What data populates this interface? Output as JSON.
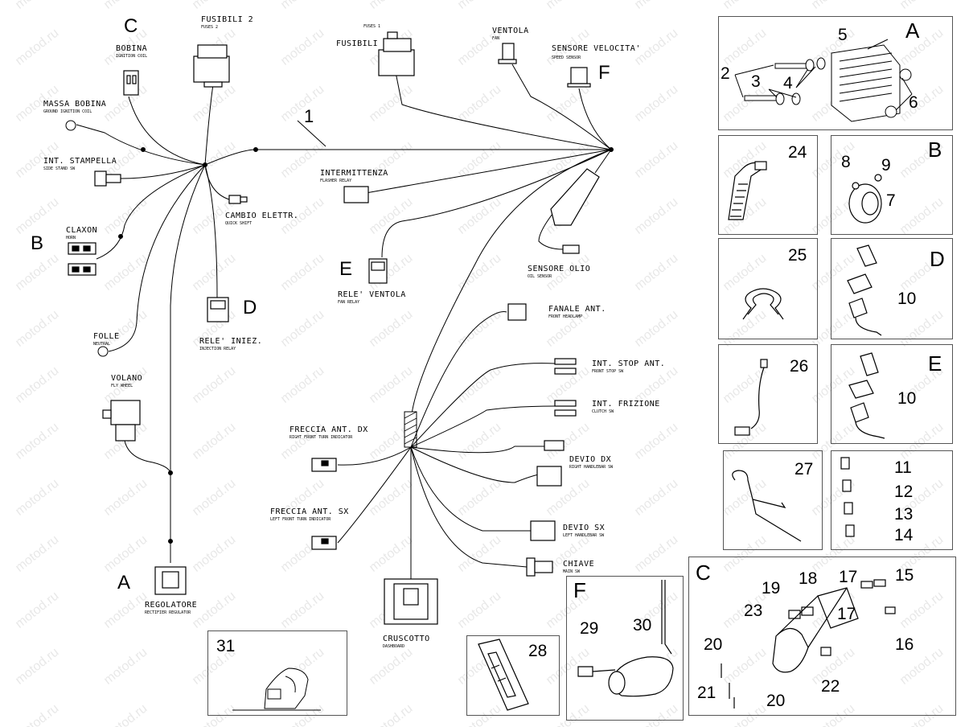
{
  "watermark": "motod.ru",
  "harness_number": "1",
  "labels": {
    "bobina": {
      "title": "BOBINA",
      "sub": "IGNITION COIL"
    },
    "fusibili2": {
      "title": "FUSIBILI 2",
      "sub": "FUSES 2"
    },
    "fusibili": {
      "title": "FUSIBILI",
      "sub": "FUSES 1"
    },
    "ventola": {
      "title": "VENTOLA",
      "sub": "FAN"
    },
    "sensore_velocita": {
      "title": "SENSORE VELOCITA'",
      "sub": "SPEED SENSOR"
    },
    "massa_bobina": {
      "title": "MASSA BOBINA",
      "sub": "GROUND IGNITION COIL"
    },
    "int_stampella": {
      "title": "INT. STAMPELLA",
      "sub": "SIDE STAND SW"
    },
    "intermittenza": {
      "title": "INTERMITTENZA",
      "sub": "FLASHER RELAY"
    },
    "cambio_elettr": {
      "title": "CAMBIO ELETTR.",
      "sub": "QUICK SHIFT"
    },
    "claxon": {
      "title": "CLAXON",
      "sub": "HORN"
    },
    "rele_ventola": {
      "title": "RELE' VENTOLA",
      "sub": "FAN RELAY"
    },
    "sensore_olio": {
      "title": "SENSORE OLIO",
      "sub": "OIL SENSOR"
    },
    "rele_iniez": {
      "title": "RELE' INIEZ.",
      "sub": "INJECTION RELAY"
    },
    "fanale_ant": {
      "title": "FANALE ANT.",
      "sub": "FRONT HEADLAMP"
    },
    "folle": {
      "title": "FOLLE",
      "sub": "NEUTRAL"
    },
    "int_stop_ant": {
      "title": "INT. STOP ANT.",
      "sub": "FRONT STOP SW"
    },
    "volano": {
      "title": "VOLANO",
      "sub": "FLY WHEEL"
    },
    "int_frizione": {
      "title": "INT. FRIZIONE",
      "sub": "CLUTCH SW"
    },
    "freccia_dx": {
      "title": "FRECCIA ANT. DX",
      "sub": "RIGHT FRONT TURN INDICATOR"
    },
    "devio_dx": {
      "title": "DEVIO DX",
      "sub": "RIGHT HANDLEBAR SW"
    },
    "freccia_sx": {
      "title": "FRECCIA ANT. SX",
      "sub": "LEFT FRONT TURN INDICATOR"
    },
    "devio_sx": {
      "title": "DEVIO SX",
      "sub": "LEFT HANDLEBAR SW"
    },
    "chiave": {
      "title": "CHIAVE",
      "sub": "MAIN SW"
    },
    "regolatore": {
      "title": "REGOLATORE",
      "sub": "RECTIFIER REGULATOR"
    },
    "cruscotto": {
      "title": "CRUSCOTTO",
      "sub": "DASHBOARD"
    }
  },
  "letters": {
    "C": "C",
    "F": "F",
    "B": "B",
    "E": "E",
    "D": "D",
    "A": "A"
  },
  "panels": {
    "A": {
      "letter": "A",
      "nums": [
        "2",
        "3",
        "4",
        "5",
        "6"
      ]
    },
    "p24": {
      "num": "24"
    },
    "B": {
      "letter": "B",
      "nums": [
        "8",
        "9",
        "7"
      ]
    },
    "p25": {
      "num": "25"
    },
    "D": {
      "letter": "D",
      "num": "10"
    },
    "p26": {
      "num": "26"
    },
    "E": {
      "letter": "E",
      "num": "10"
    },
    "p27": {
      "num": "27"
    },
    "fuses": {
      "nums": [
        "11",
        "12",
        "13",
        "14"
      ]
    },
    "F": {
      "letter": "F",
      "nums": [
        "29",
        "30"
      ]
    },
    "C": {
      "letter": "C",
      "nums": [
        "19",
        "18",
        "17",
        "15",
        "23",
        "17",
        "20",
        "16",
        "21",
        "22",
        "20"
      ]
    },
    "p31": {
      "num": "31"
    },
    "p28": {
      "num": "28"
    }
  }
}
